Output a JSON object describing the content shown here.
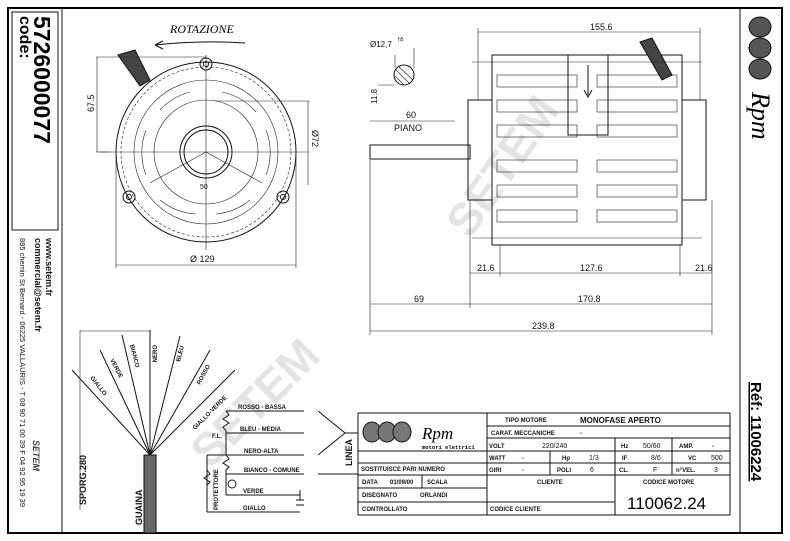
{
  "left_strip": {
    "code_label": "code:",
    "code_value": "5726000077",
    "website": "www.setem.fr",
    "email": "commercial@setem.fr",
    "address": "885 chemin St Bernard  -  06225 VALLAURIS  -  T 08 90 71 00 39  F 04 92 95 19 39",
    "brand": "SETEM"
  },
  "right_strip": {
    "logo_text": "Rpm",
    "ref": "Réf: 11006224"
  },
  "front_view": {
    "rotation_label": "ROTAZIONE",
    "dim_height": "67.5",
    "dim_inner_dia": "Ø72",
    "dim_center": "50",
    "dim_outer_dia": "Ø 129"
  },
  "side_view": {
    "shaft_dia": "Ø12,7",
    "shaft_tol": "h5",
    "flat_depth": "11.8",
    "flat_length": "60",
    "flat_label": "PIANO",
    "overall_width": "155.6",
    "flange_left": "21.6",
    "body_length": "127.6",
    "flange_right": "21.6",
    "shaft_length": "69",
    "motor_length": "170.8",
    "total_length": "239.8"
  },
  "wiring": {
    "lead_length": "SPORG.280",
    "sheath": "GUAINA",
    "wires": [
      "GIALLO",
      "VERDE",
      "BIANCO",
      "NERO",
      "BLEU",
      "ROSSO",
      "GIALLO-VERDE"
    ],
    "schematic": [
      "ROSSO - BASSA",
      "BLEU - MEDIA",
      "NERO-ALTA",
      "BIANCO - COMUNE",
      "VERDE",
      "GIALLO"
    ],
    "fl": "F.L.",
    "protector": "PROTETTORE",
    "line": "LINEA"
  },
  "title_block": {
    "logo": "Rpm",
    "logo_sub": "motori elettrici",
    "replaces": "SOSTITUISCE PARI NUMERO",
    "date_label": "DATA",
    "date_value": "01/09/00",
    "scale_label": "SCALA",
    "drawn_label": "DISEGNATO",
    "drawn_value": "ORLANDI",
    "checked_label": "CONTROLLATO",
    "motor_type_label": "TIPO MOTORE",
    "motor_type_value": "MONOFASE APERTO",
    "mech_label": "CARAT. MECCANICHE",
    "mech_value": "-",
    "volt_label": "VOLT",
    "volt_value": "220/240",
    "hz_label": "Hz",
    "hz_value": "50/60",
    "amp_label": "AMP.",
    "amp_value": "-",
    "watt_label": "WATT",
    "watt_value": "-",
    "hp_label": "Hp",
    "hp_value": "1/3",
    "if_label": "IF",
    "if_value": "8/6",
    "vc_label": "VC",
    "vc_value": "500",
    "rpm_label": "GIRI",
    "rpm_value": "-",
    "poles_label": "POLI",
    "poles_value": "6",
    "class_label": "CL.",
    "class_value": "F",
    "speeds_label": "n°VEL.",
    "speeds_value": "3",
    "client_label": "CLIENTE",
    "client_code_label": "CODICE CLIENTE",
    "motor_code_label": "CODICE MOTORE",
    "motor_code_value": "110062.24"
  },
  "watermark": "SETEM"
}
